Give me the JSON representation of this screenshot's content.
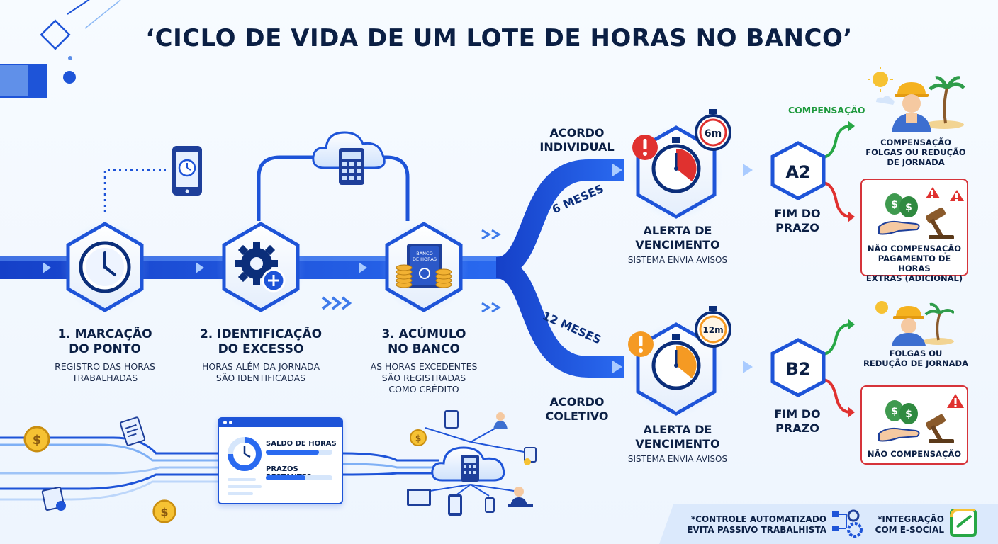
{
  "title": "‘CICLO DE VIDA DE UM LOTE DE HORAS NO BANCO’",
  "steps": [
    {
      "label": "1. MARCAÇÃO DO PONTO",
      "line1": "1. MARCAÇÃO",
      "line2": "DO PONTO",
      "desc1": "REGISTRO DAS HORAS",
      "desc2": "TRABALHADAS",
      "icon": "clock-icon"
    },
    {
      "label": "2. IDENTIFICAÇÃO DO EXCESSO",
      "line1": "2. IDENTIFICAÇÃO",
      "line2": "DO EXCESSO",
      "desc1": "HORAS ALÉM DA JORNADA",
      "desc2": "SÃO IDENTIFICADAS",
      "icon": "gear-plus-icon"
    },
    {
      "label": "3. ACÚMULO NO BANCO",
      "line1": "3. ACÚMULO",
      "line2": "NO BANCO",
      "desc1": "AS HORAS EXCEDENTES",
      "desc2": "SÃO REGISTRADAS",
      "desc3": "COMO CRÉDITO",
      "icon": "safe-coins-icon",
      "safe_text1": "BANCO",
      "safe_text2": "DE HORAS"
    }
  ],
  "branch_top": {
    "agreement1": "ACORDO",
    "agreement2": "INDIVIDUAL",
    "period": "6 MESES",
    "timer_badge": "6m",
    "alert_title1": "ALERTA DE",
    "alert_title2": "VENCIMENTO",
    "alert_desc": "SISTEMA ENVIA AVISOS",
    "node": "A2",
    "deadline1": "FIM DO",
    "deadline2": "PRAZO",
    "green_label": "COMPENSAÇÃO",
    "outcome_ok1": "COMPENSAÇÃO",
    "outcome_ok2": "FOLGAS OU REDUÇÃO",
    "outcome_ok3": "DE JORNADA",
    "outcome_bad1": "NÃO COMPENSAÇÃO",
    "outcome_bad2": "PAGAMENTO DE HORAS",
    "outcome_bad3": "EXTRAS (ADICIONAL)"
  },
  "branch_bottom": {
    "agreement1": "ACORDO",
    "agreement2": "COLETIVO",
    "period": "12 MESES",
    "timer_badge": "12m",
    "alert_title1": "ALERTA DE",
    "alert_title2": "VENCIMENTO",
    "alert_desc": "SISTEMA ENVIA AVISOS",
    "node": "B2",
    "deadline1": "FIM DO",
    "deadline2": "PRAZO",
    "outcome_ok1": "FOLGAS OU",
    "outcome_ok2": "REDUÇÃO DE JORNADA",
    "outcome_bad1": "NÃO COMPENSAÇÃO"
  },
  "panel": {
    "saldo": "SALDO DE HORAS",
    "prazos": "PRAZOS RESTANTES"
  },
  "footer": {
    "note1_line1": "*CONTROLE AUTOMATIZADO",
    "note1_line2": "EVITA PASSIVO TRABALHISTA",
    "note2_line1": "*INTEGRAÇÃO",
    "note2_line2": "COM E-SOCIAL"
  },
  "colors": {
    "flow_blue": "#1a4fd6",
    "dark_navy": "#0b1f44",
    "alert_red": "#e0312f",
    "alert_orange": "#f59a23",
    "success_green": "#27a745"
  }
}
